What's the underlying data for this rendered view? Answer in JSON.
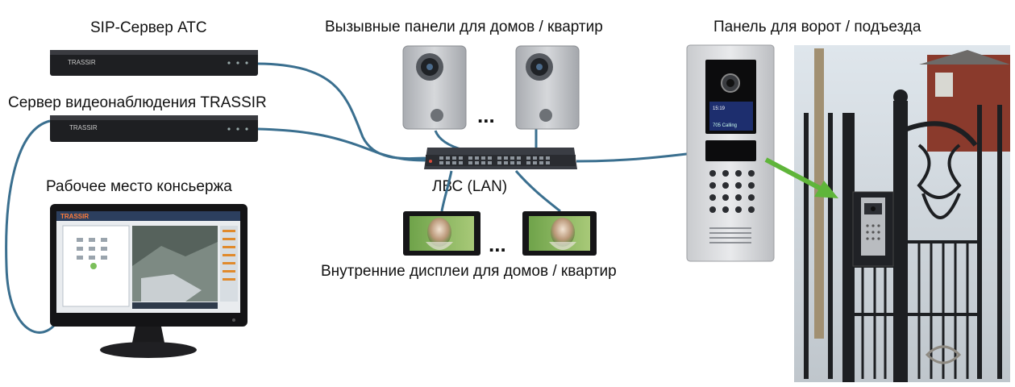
{
  "labels": {
    "sip_server": "SIP-Сервер АТС",
    "video_server": "Сервер видеонаблюдения TRASSIR",
    "workstation": "Рабочее место консьержа",
    "call_panels": "Вызывные панели для домов / квартир",
    "lan": "ЛВС (LAN)",
    "indoor_displays": "Внутренние дисплеи для домов / квартир",
    "gate_panel": "Панель для ворот / подъезда",
    "ellipsis_panels": "...",
    "ellipsis_displays": "..."
  },
  "devices": {
    "server_brand": "TRASSIR",
    "monitor_brand": "TRASSIR",
    "panel_screen_time": "15:19",
    "panel_screen_call": "705 Calling"
  },
  "colors": {
    "cable": "#3a6f8f",
    "arrow": "#5fb53a",
    "server_body": "#1e1f22",
    "switch_body": "#3a3d44",
    "panel_metal": "#b9bcc0"
  }
}
